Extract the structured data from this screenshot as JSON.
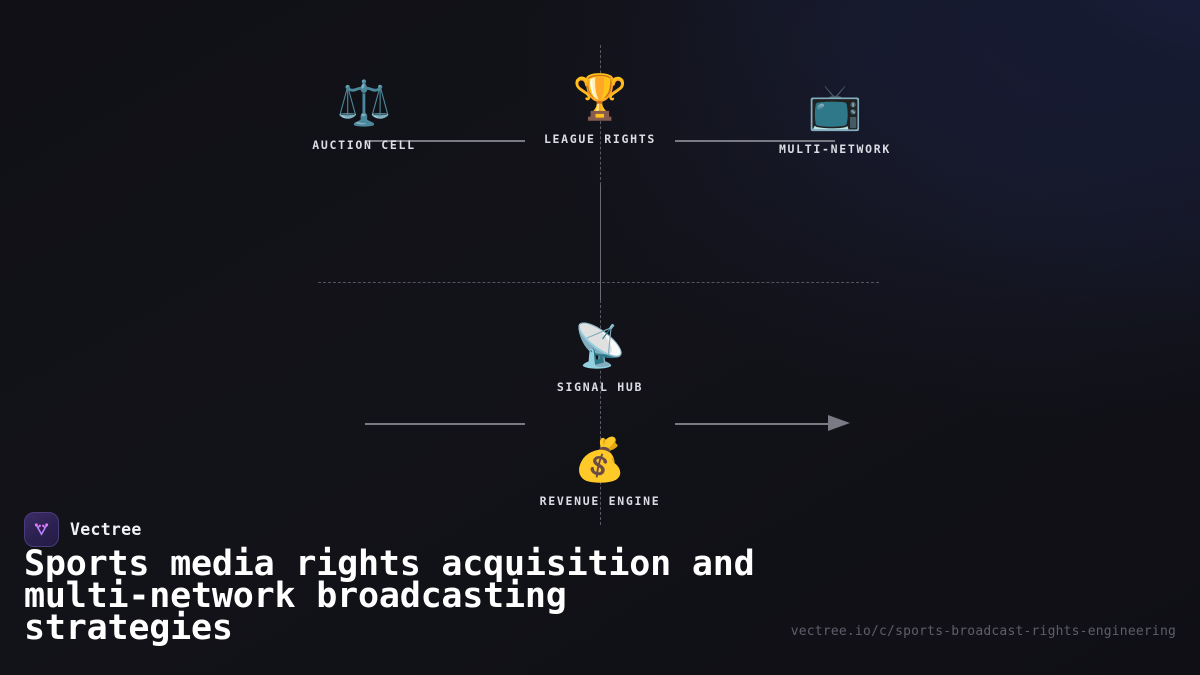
{
  "brand": {
    "name": "Vectree",
    "logo_icon": "vectree-tree-logo-icon",
    "accent_color": "#a855f7",
    "logo_bg_color": "#2b2150"
  },
  "headline": "Sports media rights acquisition and multi-network broadcasting strategies",
  "url": "vectree.io/c/sports-broadcast-rights-engineering",
  "diagram": {
    "nodes": [
      {
        "id": "auction",
        "label": "AUCTION CELL",
        "icon": "balance-scale-icon",
        "glyph": "⚖️"
      },
      {
        "id": "league",
        "label": "LEAGUE RIGHTS",
        "icon": "trophy-icon",
        "glyph": "🏆"
      },
      {
        "id": "network",
        "label": "MULTI-NETWORK",
        "icon": "television-icon",
        "glyph": "📺"
      },
      {
        "id": "signal",
        "label": "SIGNAL HUB",
        "icon": "satellite-dish-icon",
        "glyph": "📡"
      },
      {
        "id": "revenue",
        "label": "REVENUE ENGINE",
        "icon": "money-bag-icon",
        "glyph": "💰"
      }
    ],
    "connector_color": "#7a7a84",
    "dash_color": "#5a5a64"
  },
  "background": {
    "base_color": "#121218",
    "glow_color": "#1b2040"
  }
}
